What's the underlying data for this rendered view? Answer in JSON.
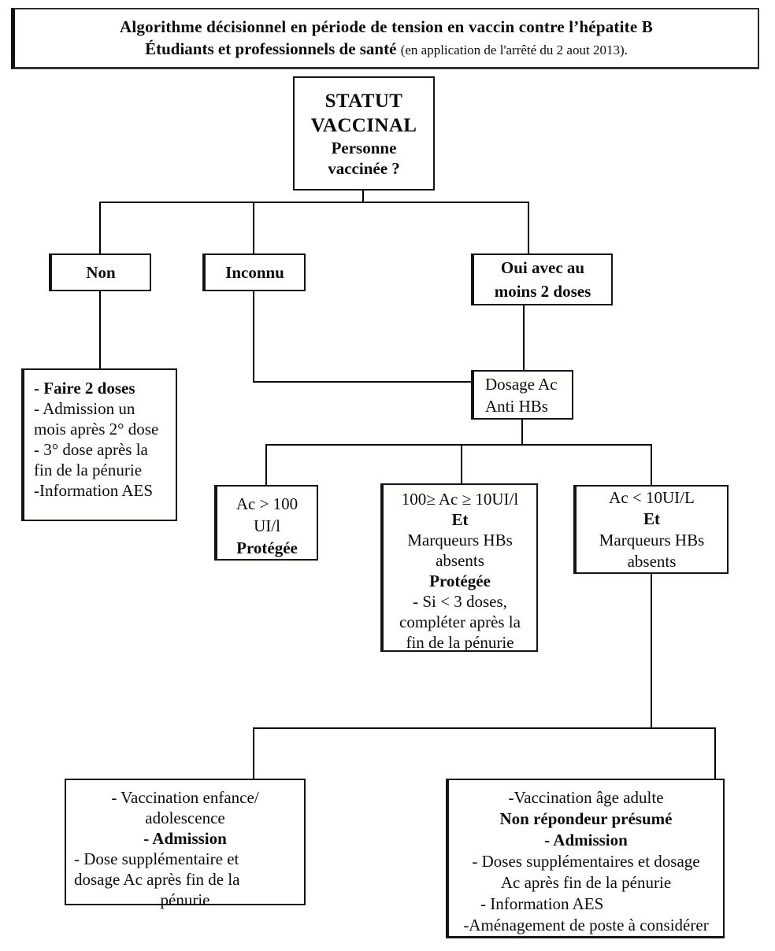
{
  "colors": {
    "ink": "#0c0c0c",
    "line": "#000000",
    "background": "#ffffff"
  },
  "title": {
    "line1": "Algorithme décisionnel en période de tension en vaccin contre l’hépatite B",
    "line2_bold": "Étudiants et professionnels de santé",
    "line2_normal": "(en application de l'arrêté du 2 aout 2013)."
  },
  "nodes": {
    "statut": {
      "lines": [
        "STATUT",
        "VACCINAL",
        "Personne",
        "vaccinée ?"
      ]
    },
    "non": {
      "label": "Non"
    },
    "inconnu": {
      "label": "Inconnu"
    },
    "oui": {
      "lines": [
        "Oui avec au",
        "moins 2 doses"
      ]
    },
    "faire_2_doses": {
      "lines": [
        "- Faire 2 doses",
        "- Admission un",
        "mois après 2° dose",
        "- 3° dose après la",
        "fin de la pénurie",
        "-Information AES"
      ]
    },
    "dosage": {
      "lines": [
        "Dosage Ac",
        "Anti HBs"
      ]
    },
    "ac_sup_100": {
      "lines": [
        "Ac > 100",
        "UI/l",
        "Protégée"
      ]
    },
    "ac_100_a_10": {
      "lines": [
        "100≥ Ac ≥ 10UI/l",
        "Et",
        "Marqueurs HBs",
        "absents",
        "Protégée",
        "- Si < 3 doses,",
        "compléter après la",
        "fin de la pénurie"
      ]
    },
    "ac_inf_10": {
      "lines": [
        "Ac < 10UI/L",
        "Et",
        "Marqueurs HBs",
        "absents"
      ]
    },
    "vacc_enfance": {
      "lines": [
        "- Vaccination enfance/",
        "adolescence",
        "- Admission",
        "- Dose supplémentaire et",
        "dosage Ac après fin de la",
        "pénurie"
      ]
    },
    "vacc_adulte": {
      "lines": [
        "-Vaccination âge adulte",
        "Non répondeur présumé",
        "- Admission",
        "- Doses supplémentaires et dosage",
        "Ac après fin de la pénurie",
        "- Information AES",
        "-Aménagement de poste à considérer"
      ]
    }
  }
}
